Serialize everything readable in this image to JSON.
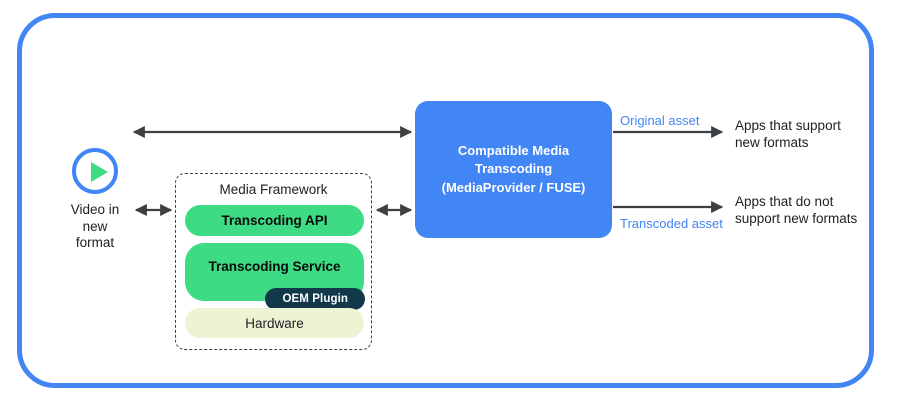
{
  "frame": {
    "accent_color": "#4285f4"
  },
  "video_source": {
    "icon": "play-circle-icon",
    "label": "Video in\nnew\nformat",
    "circle_color": "#4285f4",
    "triangle_color": "#3ddc84"
  },
  "media_framework": {
    "title": "Media Framework",
    "layers": [
      {
        "label": "Transcoding API",
        "color": "#3ddc84"
      },
      {
        "label": "Transcoding Service",
        "color": "#3ddc84"
      },
      {
        "label": "Hardware",
        "color": "#edf4d4"
      }
    ],
    "plugin": {
      "label": "OEM Plugin",
      "color": "#11394a"
    }
  },
  "cmt": {
    "label": "Compatible Media\nTranscoding\n(MediaProvider / FUSE)",
    "color": "#4285f4"
  },
  "outputs": {
    "original_asset_label": "Original asset",
    "transcoded_asset_label": "Transcoded asset",
    "apps_support_label": "Apps that support\nnew formats",
    "apps_no_support_label": "Apps that do not\nsupport new formats",
    "asset_label_color": "#4285f4"
  },
  "arrows": {
    "stroke_color": "#3c4043",
    "items": [
      {
        "name": "video-to-cmt-arrow",
        "direction": "bidirectional"
      },
      {
        "name": "video-to-framework-arrow",
        "direction": "bidirectional"
      },
      {
        "name": "framework-to-cmt-arrow",
        "direction": "bidirectional"
      },
      {
        "name": "cmt-to-apps-support-arrow",
        "direction": "right"
      },
      {
        "name": "cmt-to-apps-nosupport-arrow",
        "direction": "right"
      }
    ]
  }
}
